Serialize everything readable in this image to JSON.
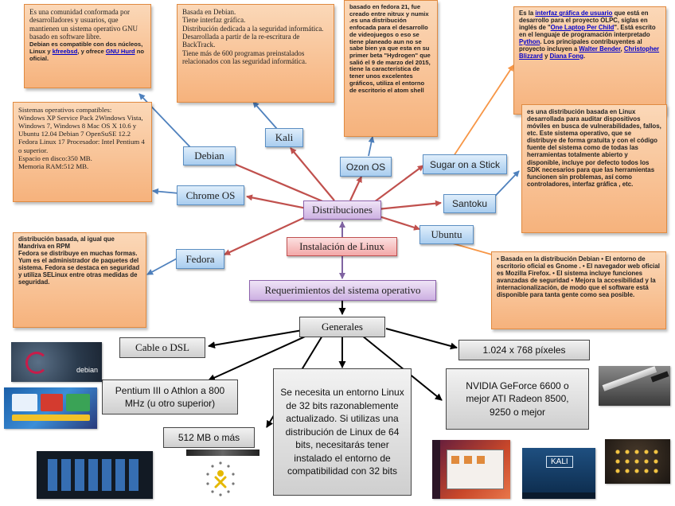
{
  "nodes": {
    "instalacion": "Instalación de Linux",
    "distribuciones": "Distribuciones",
    "requerimientos": "Requerimientos del sistema operativo",
    "generales": "Generales",
    "debian": "Debian",
    "kali": "Kali",
    "chrome_os": "Chrome OS",
    "fedora": "Fedora",
    "ozon_os": "Ozon OS",
    "sugar": "Sugar on a Stick",
    "santoku": "Santoku",
    "ubuntu": "Ubuntu",
    "cable": "Cable o DSL",
    "pentium": "Pentium III o Athlon a 800 MHz (u otro superior)",
    "ram": "512 MB o más",
    "entorno": "Se necesita un entorno Linux de 32 bits razonablemente actualizado. Si utilizas una distribución de Linux de 64 bits, necesitarás tener instalado el entorno de compatibilidad con 32 bits",
    "resolucion": "1.024 x 768 píxeles",
    "nvidia": "NVIDIA GeForce 6600 o mejor ATI Radeon 8500, 9250 o mejor"
  },
  "notes": {
    "debian": {
      "text": "Es una comunidad conformada por desarrolladores y usuarios, que mantienen un sistema operativo GNU basado en software libre.",
      "bold_pre": "Debian es compatible con dos núcleos, Linux y",
      "link1": "kfreebsd",
      "bold_mid": ", y ofrece",
      "link2": "GNU Hurd",
      "bold_post": "no oficial."
    },
    "kali": "Basada en Debian.\nTiene interfaz gráfica.\nDistribución dedicada a la seguridad informática.\nDesarrollada a partir de la re-escritura de BackTrack.\nTiene más de 600 programas preinstalados relacionados con las seguridad informática.",
    "ozon": "basado en fedora 21, fue creado entre nitrux y numix .es una distribución enfocada para el desarrollo de videojuegos o eso se tiene planeado aun no se sabe bien ya que esta en su primer beta \"Hydrogen\" que salió el 9 de marzo del 2015, tiene la característica de tener unos excelentes gráficos, utiliza el entorno de escritorio el atom shell",
    "sugar": {
      "pre": "Es la",
      "link1": "interfaz gráfica de usuario",
      "t1": "que está en desarrollo para el proyecto OLPC, siglas en inglés de \"",
      "link2": "One Laptop Per Child",
      "t2": "\". Está escrito en el lenguaje de programación interpretado",
      "link3": "Python",
      "t3": ". Los principales contribuyentes al proyecto incluyen a",
      "link4": "Walter Bender",
      "t4": ",",
      "link5": "Christopher Blizzard",
      "t5": "y",
      "link6": "Diana Fong",
      "t6": "."
    },
    "chrome": "Sistemas operativos compatibles:\nWindows XP Service Pack 2Windows Vista, Windows 7, Windows 8 Mac OS X 10.6 y Ubuntu 12.04 Debian 7 OpenSuSE 12.2 Fedora Linux 17 Procesador: Intel Pentium 4 o superior.\n Espacio en disco:350 MB.\nMemoria RAM:512 MB.",
    "santoku": "es una distribución basada en Linux desarrollada para auditar dispositivos móviles en busca de vulnerabilidades, fallos, etc. Este sistema operativo, que se distribuye de forma gratuita y con el código fuente del sistema como de todas las herramientas totalmente abierto y disponible, incluye por defecto todos los SDK necesarios para que las herramientas funcionen sin problemas, así como controladores, interfaz gráfica , etc.",
    "fedora": "distribución basada, al igual que Mandriva en RPM\nFedora se distribuye en muchas formas. Yum es el administrador de paquetes del sistema. Fedora se destaca en seguridad y utiliza SELinux entre otras medidas de seguridad.",
    "ubuntu": "• Basada en la distribución Debian • El entorno de escritorio oficial es Gnome . • El navegador web oficial es Mozilla Firefox. • El sistema incluye funciones avanzadas de seguridad • Mejora la accesibilidad y la internacionalización, de modo que el software está disponible para tanta gente como sea posible."
  },
  "images": {
    "debian_banner": "debian",
    "kali_banner": "KALI"
  },
  "colors": {
    "red_arrow": "#c0504d",
    "blue_arrow": "#4f81bd",
    "orange_arrow": "#f79646",
    "purple_arrow": "#8064a2",
    "black_arrow": "#000000"
  }
}
